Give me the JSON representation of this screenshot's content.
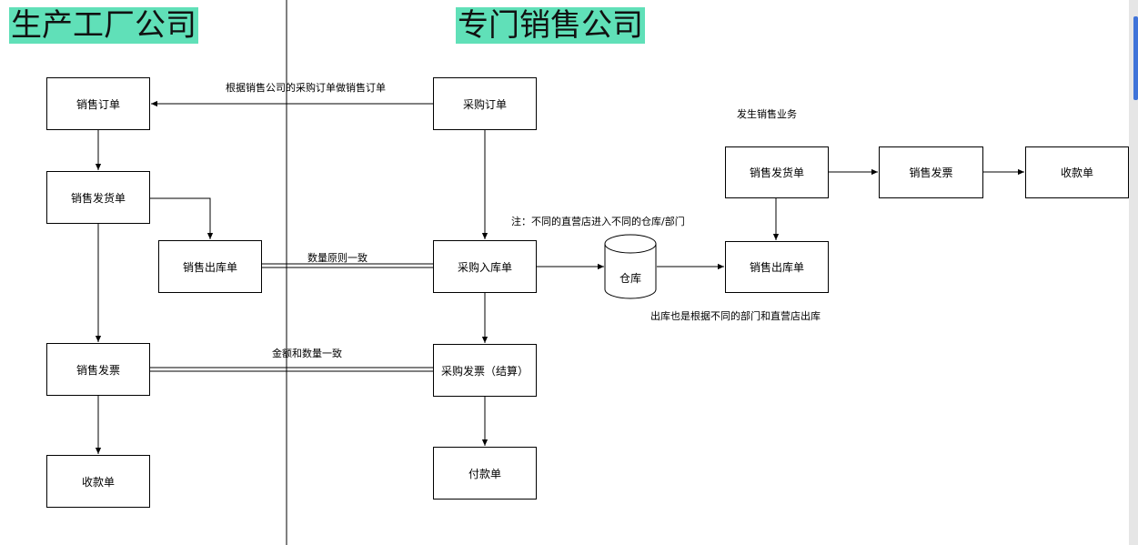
{
  "titles": {
    "left": "生产工厂公司",
    "right": "专门销售公司"
  },
  "nodes": {
    "sales_order": "销售订单",
    "sales_delivery": "销售发货单",
    "sales_outbound_left": "销售出库单",
    "sales_invoice_left": "销售发票",
    "receipt_left": "收款单",
    "purchase_order": "采购订单",
    "purchase_inbound": "采购入库单",
    "purchase_invoice": "采购发票（结算）",
    "payment": "付款单",
    "warehouse": "仓库",
    "sales_delivery_right": "销售发货单",
    "sales_invoice_right": "销售发票",
    "receipt_right": "收款单",
    "sales_outbound_right": "销售出库单"
  },
  "labels": {
    "order_note": "根据销售公司的采购订单做销售订单",
    "qty_match": "数量原则一致",
    "amount_qty_match": "金额和数量一致",
    "store_note": "注：不同的直营店进入不同的仓库/部门",
    "sales_business": "发生销售业务",
    "outbound_note": "出库也是根据不同的部门和直营店出库"
  },
  "colors": {
    "title_highlight": "#60e0b8",
    "line": "#000000",
    "scroll_accent": "#3f73d9"
  }
}
